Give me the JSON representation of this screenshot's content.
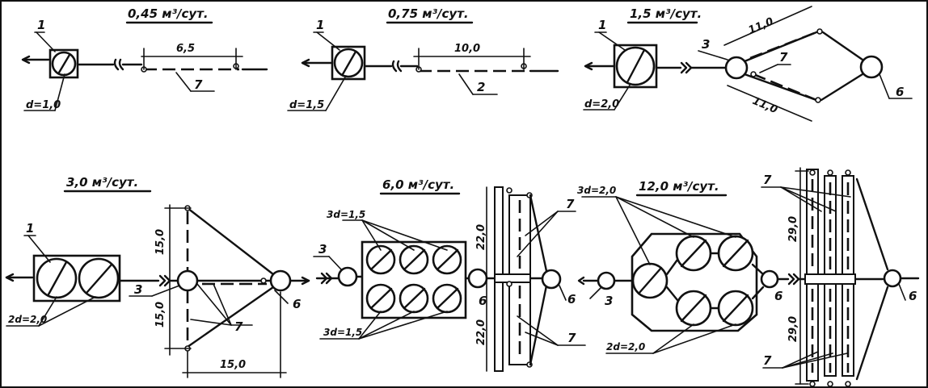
{
  "schemes": [
    {
      "flow": "0,45 м³/сут.",
      "diameter": "d=1,0",
      "length": "6,5",
      "label_tank": "1",
      "label_field": "7"
    },
    {
      "flow": "0,75 м³/сут.",
      "diameter": "d=1,5",
      "length": "10,0",
      "label_tank": "1",
      "label_field": "2"
    },
    {
      "flow": "1,5 м³/сут.",
      "diameter": "d=2,0",
      "length_top": "11,0",
      "length_bottom": "11,0",
      "label_tank": "1",
      "label_well": "3",
      "label_field": "7",
      "label_out": "6"
    },
    {
      "flow": "3,0 м³/сут.",
      "diameter": "2d=2,0",
      "length_up": "15,0",
      "length_down": "15,0",
      "length_h": "15,0",
      "label_tank": "1",
      "label_well": "3",
      "label_field": "7",
      "label_out": "6"
    },
    {
      "flow": "6,0 м³/сут.",
      "diameter_top": "3d=1,5",
      "diameter_bottom": "3d=1,5",
      "length_up": "22,0",
      "length_down": "22,0",
      "label_well": "3",
      "label_out_a": "6",
      "label_out_b": "6",
      "label_field_top": "7",
      "label_field_bottom": "7"
    },
    {
      "flow": "12,0 м³/сут.",
      "diameter_top": "3d=2,0",
      "diameter_bottom": "2d=2,0",
      "length_up": "29,0",
      "length_down": "29,0",
      "label_well": "3",
      "label_out_a": "6",
      "label_out_b": "6",
      "label_field_top": "7",
      "label_field_bottom": "7"
    }
  ]
}
